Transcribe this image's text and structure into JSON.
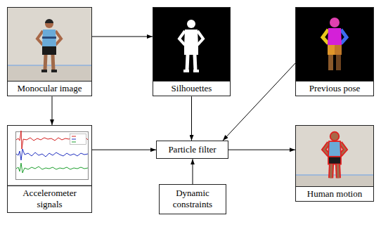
{
  "diagram": {
    "nodes": [
      {
        "text": [
          "Monocular image"
        ]
      },
      {
        "text": [
          "Silhouettes"
        ]
      },
      {
        "text": [
          "Previous pose"
        ]
      },
      {
        "text": [
          "Accelerometer signals"
        ]
      },
      {
        "text": [
          "Particle filter"
        ]
      },
      {
        "text": [
          "Human motion"
        ]
      },
      {
        "text": [
          "Dynamic constraints"
        ]
      }
    ],
    "edges": [
      {
        "from": 0,
        "to": 1,
        "arrow": "to"
      },
      {
        "from": 0,
        "to": 3,
        "arrow": "to"
      },
      {
        "from": 3,
        "to": 4,
        "arrow": "to"
      },
      {
        "from": 1,
        "to": 4,
        "arrow": "to"
      },
      {
        "from": 2,
        "to": 4,
        "arrow": "to"
      },
      {
        "from": 6,
        "to": 4,
        "arrow": "to"
      },
      {
        "from": 4,
        "to": 5,
        "arrow": "to"
      }
    ]
  }
}
